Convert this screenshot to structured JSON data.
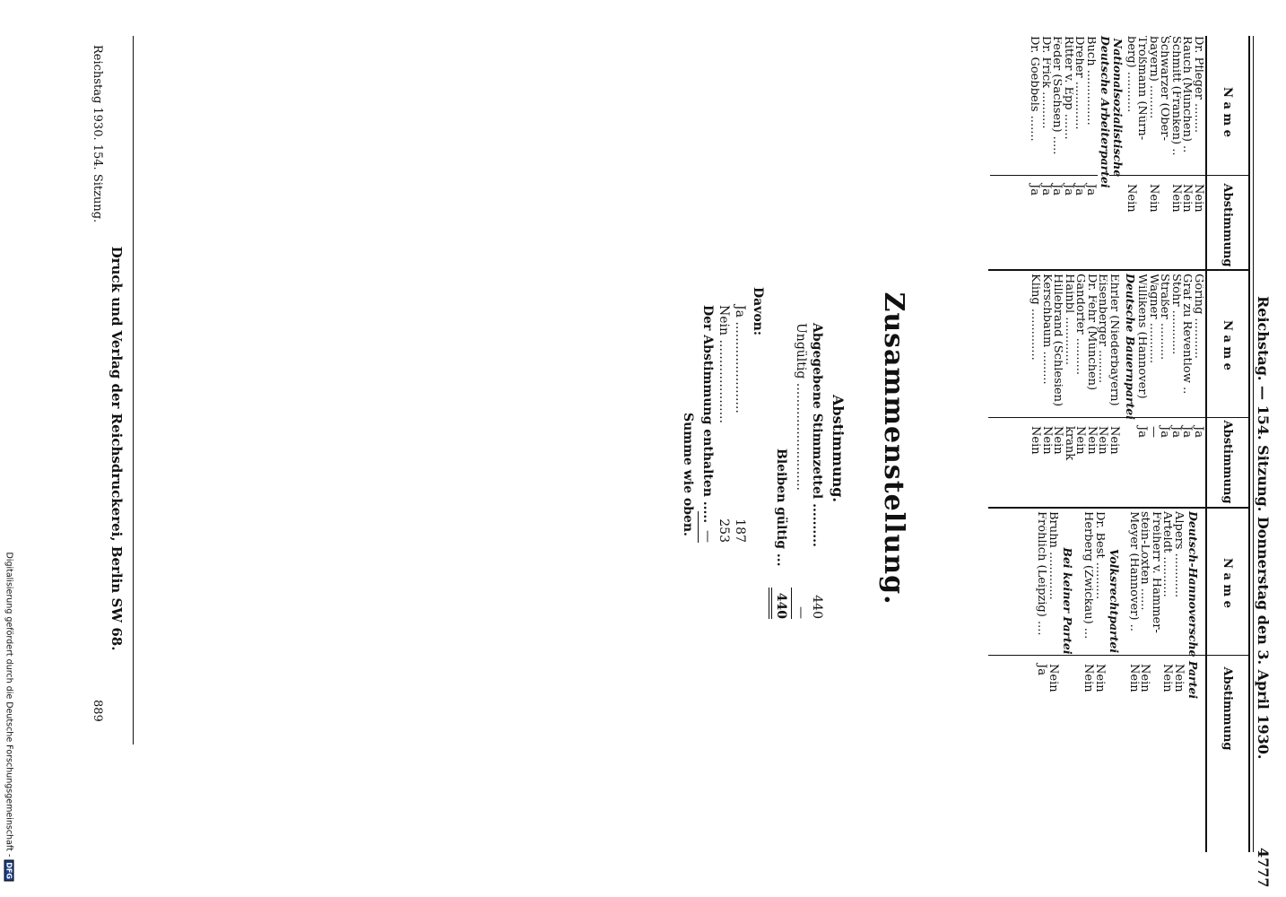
{
  "header": {
    "title": "Reichstag. — 154. Sitzung. Donnerstag den 3. April 1930.",
    "page_number": "4777"
  },
  "table": {
    "col_name": "N a m e",
    "col_vote": "Abstimmung",
    "col1": {
      "names": [
        "Dr. Pfleger ........",
        "Rauch (München) ..",
        "Schmitt (Franken) ..",
        "Schwarzer (Ober-",
        "  bayern) .........",
        "Troßmann (Nürn-",
        "  berg) ..........."
      ],
      "votes": [
        "Nein",
        "Nein",
        "Nein",
        "",
        "Nein",
        "",
        "Nein"
      ],
      "party1_line1": "Nationalsozialistische",
      "party1_line2": "Deutsche Arbeiterpartei",
      "names2": [
        "Buch ...............",
        "Dreher .............",
        "Ritter v. Epp .......",
        "Feder (Sachsen) .....",
        "Dr. Frick ..........",
        "Dr. Goebbels ......."
      ],
      "votes2": [
        "Ja",
        "Ja",
        "Ja",
        "Ja",
        "Ja",
        "Ja"
      ]
    },
    "col2": {
      "names": [
        "Göring ...........",
        "Graf zu Reventlow ..",
        "Stöhr ............",
        "Straßer ..........",
        "Wagner ...........",
        "Willikens (Hannover)"
      ],
      "votes": [
        "Ja",
        "Ja",
        "Ja",
        "Ja",
        "—",
        "Ja"
      ],
      "party": "Deutsche Bauernpartei",
      "names2": [
        "Ehrler (Niederbayern)",
        "Eisenberger .........",
        "Dr. Fehr (München)",
        "Gandorfer ..........",
        "Hainbl .............",
        "Hillebrand (Schlesien)",
        "Kerschbaum .........",
        "Kling .............."
      ],
      "votes2": [
        "Nein",
        "Nein",
        "Nein",
        "Nein",
        "krank",
        "Nein",
        "Nein",
        "Nein"
      ]
    },
    "col3": {
      "party1": "Deutsch-Hannoversche Partei",
      "names1": [
        "Alpers ............",
        "Arteldt ...........",
        "Freiherr v. Hammer-",
        "  stein-Loxten ......",
        "Meyer (Hannover) .."
      ],
      "votes1": [
        "Nein",
        "Nein",
        "",
        "Nein",
        "Nein"
      ],
      "party2": "Volksrechtpartei",
      "names2": [
        "Dr. Best ..........",
        "Herberg (Zwickau) ..."
      ],
      "votes2": [
        "Nein",
        "Nein"
      ],
      "party3": "Bei keiner Partei",
      "names3": [
        "Bruhn .............",
        "Fröhlich (Leipzig) ...."
      ],
      "votes3": [
        "Nein",
        "Ja"
      ]
    }
  },
  "summary": {
    "title": "Zusammenstellung.",
    "subtitle": "Abstimmung.",
    "abgegebene_label": "Abgegebene Stimmzettel ..........",
    "abgegebene_value": "440",
    "ungueltig_label": "Ungültig ...........................",
    "ungueltig_value": "—",
    "bleiben_label": "Bleiben gültig ...",
    "bleiben_value": "440",
    "davon_label": "Davon:",
    "ja_label": "Ja .......................",
    "ja_value": "187",
    "nein_label": "Nein .....................",
    "nein_value": "253",
    "enthalten_label": "Der Abstimmung enthalten .....",
    "enthalten_value": "—",
    "summe_label": "Summe wie oben."
  },
  "footer": {
    "left": "Reichstag 1930.   154. Sitzung.",
    "center": "Druck und Verlag der Reichsdruckerei, Berlin SW 68.",
    "right": "889"
  },
  "credit": {
    "text": "Digitalisierung gefördert durch die Deutsche Forschungsgemeinschaft -",
    "logo": "DFG"
  }
}
